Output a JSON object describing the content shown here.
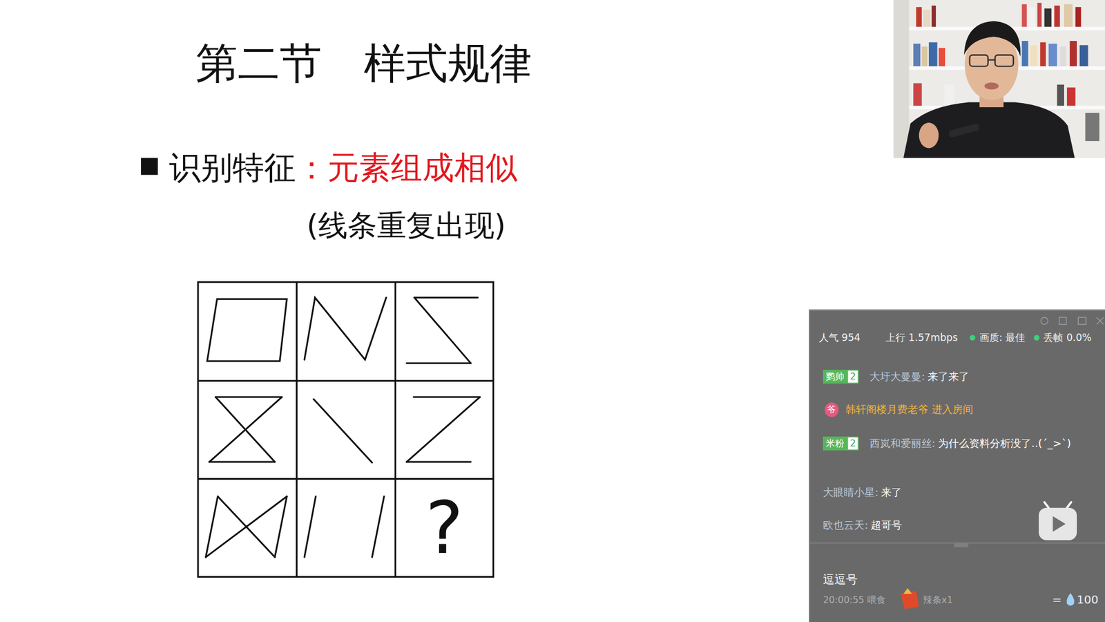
{
  "diagram": {
    "title": "第二节 样式规律",
    "nodes": [
      {
        "text": [
          "?"
        ]
      },
      {
        "text": [
          "鹦帅",
          "2"
        ]
      },
      {
        "text": [
          "爷"
        ]
      },
      {
        "text": [
          "米粉",
          "2"
        ]
      }
    ],
    "labels": [
      "识别特征",
      "：元素组成相似",
      "(线条重复出现)",
      "人气 954",
      "上行 1.57mbps",
      "画质: 最佳",
      "丢帧 0.0%",
      "大圩大曼曼:",
      "来了来了",
      "韩轩阁楼月费老爷 进入房间",
      "西岚和爱丽丝:",
      "为什么资料分析没了..(´_>`)",
      "大眼睛小星:",
      "来了",
      "欧也云天:",
      "超哥号",
      "逗逗号",
      "20:00:55 喂食",
      "辣条x1",
      "=",
      "100"
    ]
  }
}
